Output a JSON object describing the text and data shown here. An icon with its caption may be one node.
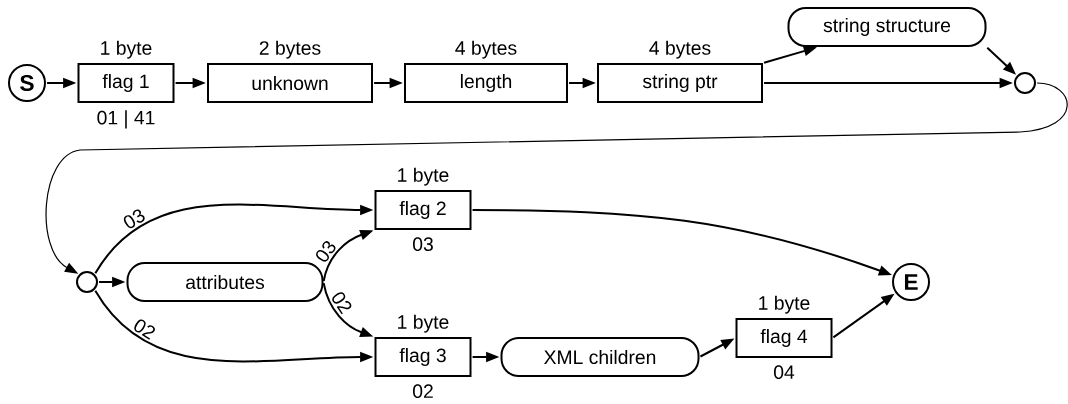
{
  "diagram": {
    "nodes": [
      {
        "text": [
          "S"
        ]
      },
      {
        "text": [
          "1 byte",
          "flag 1"
        ],
        "beside": [
          "01 | 41"
        ]
      },
      {
        "text": [
          "2 bytes",
          "unknown"
        ]
      },
      {
        "text": [
          "4 bytes",
          "length"
        ]
      },
      {
        "text": [
          "4 bytes",
          "string ptr"
        ]
      },
      {
        "text": [
          "string structure"
        ]
      },
      {
        "text": [],
        "shape": "circle"
      },
      {
        "text": [],
        "shape": "circle"
      },
      {
        "text": [
          "attributes"
        ]
      },
      {
        "text": [
          "1 byte",
          "flag 2"
        ],
        "beside": [
          "03"
        ]
      },
      {
        "text": [
          "1 byte",
          "flag 3"
        ],
        "beside": [
          "02"
        ]
      },
      {
        "text": [
          "XML children"
        ]
      },
      {
        "text": [
          "1 byte",
          "flag 4"
        ],
        "beside": [
          "04"
        ]
      },
      {
        "text": [
          "E"
        ]
      }
    ],
    "edges": [
      {
        "from": 0,
        "to": 1,
        "arrow": "to"
      },
      {
        "from": 1,
        "to": 2,
        "arrow": "to"
      },
      {
        "from": 2,
        "to": 3,
        "arrow": "to"
      },
      {
        "from": 3,
        "to": 4,
        "arrow": "to"
      },
      {
        "from": 4,
        "to": 5,
        "arrow": "to"
      },
      {
        "from": 4,
        "to": 6,
        "arrow": "to"
      },
      {
        "from": 5,
        "to": 6,
        "arrow": "to"
      },
      {
        "from": 6,
        "to": 7,
        "arrow": "to"
      },
      {
        "from": 7,
        "to": 8,
        "arrow": "to"
      },
      {
        "from": 7,
        "to": 9,
        "arrow": "to",
        "label": "03"
      },
      {
        "from": 7,
        "to": 10,
        "arrow": "to",
        "label": "02"
      },
      {
        "from": 8,
        "to": 9,
        "arrow": "to",
        "label": "03"
      },
      {
        "from": 8,
        "to": 10,
        "arrow": "to",
        "label": "02"
      },
      {
        "from": 9,
        "to": 13,
        "arrow": "to"
      },
      {
        "from": 10,
        "to": 11,
        "arrow": "to"
      },
      {
        "from": 11,
        "to": 12,
        "arrow": "to"
      },
      {
        "from": 12,
        "to": 13,
        "arrow": "to"
      }
    ]
  }
}
